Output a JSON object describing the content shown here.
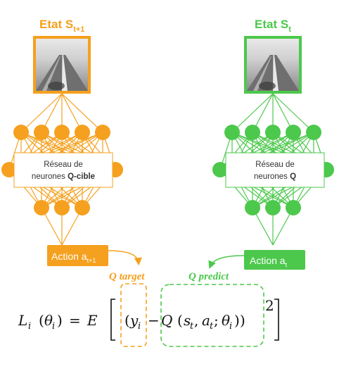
{
  "colors": {
    "target": "#f5a01e",
    "predict": "#4cc84c",
    "text": "#111111"
  },
  "left": {
    "state_title": "Etat S",
    "state_sub": "t+1",
    "network_line1": "Réseau de",
    "network_line2_prefix": "neurones ",
    "network_line2_bold": "Q-cible",
    "action_label": "Action a",
    "action_sub": "t+1",
    "q_label": "Q target"
  },
  "right": {
    "state_title": "Etat S",
    "state_sub": "t",
    "network_line1": "Réseau de",
    "network_line2_prefix": "neurones ",
    "network_line2_bold": "Q",
    "action_label": "Action a",
    "action_sub": "t",
    "q_label": "Q predict"
  },
  "formula": {
    "L": "L",
    "i": "i",
    "theta": "θ",
    "E": "E",
    "y": "y",
    "Q": "Q",
    "s": "s",
    "t": "t",
    "a": "a",
    "exp": "2"
  },
  "icons": {
    "road_image": "road-photo-icon"
  }
}
